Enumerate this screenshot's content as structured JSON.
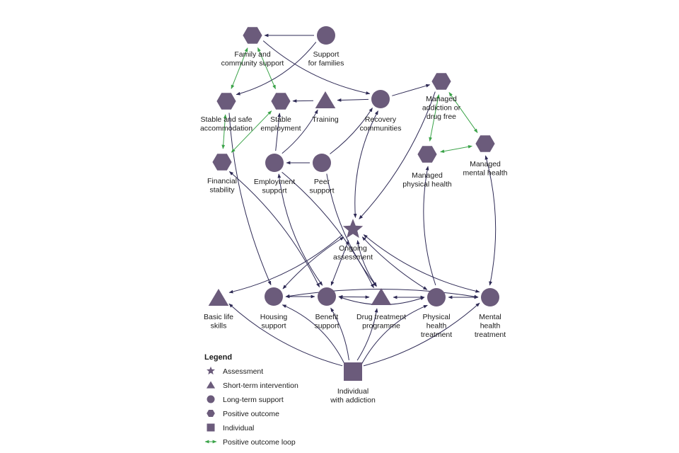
{
  "colors": {
    "node_fill": "#6b5b7b",
    "edge": "#2e2a55",
    "loop": "#3aa348",
    "text": "#1a1a1a",
    "background": "#ffffff"
  },
  "nodes": [
    {
      "id": "family",
      "shape": "hexagon",
      "lines": [
        "Family and",
        "community support"
      ]
    },
    {
      "id": "support_families",
      "shape": "circle",
      "lines": [
        "Support",
        "for families"
      ]
    },
    {
      "id": "stable_accom",
      "shape": "hexagon",
      "lines": [
        "Stable and safe",
        "accommodation"
      ]
    },
    {
      "id": "stable_employment",
      "shape": "hexagon",
      "lines": [
        "Stable",
        "employment"
      ]
    },
    {
      "id": "training",
      "shape": "triangle",
      "lines": [
        "Training"
      ]
    },
    {
      "id": "recovery",
      "shape": "circle",
      "lines": [
        "Recovery",
        "communities"
      ]
    },
    {
      "id": "managed_addiction",
      "shape": "hexagon",
      "lines": [
        "Managed",
        "addiction or",
        "drug free"
      ]
    },
    {
      "id": "financial",
      "shape": "hexagon",
      "lines": [
        "Financial",
        "stability"
      ]
    },
    {
      "id": "employment_support",
      "shape": "circle",
      "lines": [
        "Employment",
        "support"
      ]
    },
    {
      "id": "peer",
      "shape": "circle",
      "lines": [
        "Peer",
        "support"
      ]
    },
    {
      "id": "managed_physical",
      "shape": "hexagon",
      "lines": [
        "Managed",
        "physical health"
      ]
    },
    {
      "id": "managed_mental",
      "shape": "hexagon",
      "lines": [
        "Managed",
        "mental health"
      ]
    },
    {
      "id": "ongoing",
      "shape": "star",
      "lines": [
        "Ongoing",
        "assessment"
      ]
    },
    {
      "id": "basic",
      "shape": "triangle",
      "lines": [
        "Basic life",
        "skills"
      ]
    },
    {
      "id": "housing",
      "shape": "circle",
      "lines": [
        "Housing",
        "support"
      ]
    },
    {
      "id": "benefit",
      "shape": "circle",
      "lines": [
        "Benefit",
        "support"
      ]
    },
    {
      "id": "drug_treatment",
      "shape": "triangle",
      "lines": [
        "Drug treatment",
        "programme"
      ]
    },
    {
      "id": "physical_treatment",
      "shape": "circle",
      "lines": [
        "Physical",
        "health",
        "treatment"
      ]
    },
    {
      "id": "mental_treatment",
      "shape": "circle",
      "lines": [
        "Mental",
        "health",
        "treatment"
      ]
    },
    {
      "id": "individual",
      "shape": "square",
      "lines": [
        "Individual",
        "with addiction"
      ]
    }
  ],
  "edges": [
    {
      "from": "support_families",
      "to": "family"
    },
    {
      "from": "support_families",
      "to": "stable_accom"
    },
    {
      "from": "family",
      "to": "recovery"
    },
    {
      "from": "training",
      "to": "stable_employment"
    },
    {
      "from": "recovery",
      "to": "training"
    },
    {
      "from": "recovery",
      "to": "managed_addiction"
    },
    {
      "from": "employment_support",
      "to": "stable_employment"
    },
    {
      "from": "employment_support",
      "to": "training"
    },
    {
      "from": "peer",
      "to": "employment_support"
    },
    {
      "from": "peer",
      "to": "recovery"
    },
    {
      "from": "recovery",
      "to": "ongoing",
      "both": true
    },
    {
      "from": "managed_addiction",
      "to": "ongoing"
    },
    {
      "from": "stable_accom",
      "to": "housing"
    },
    {
      "from": "financial",
      "to": "benefit",
      "both": true
    },
    {
      "from": "employment_support",
      "to": "benefit",
      "both": true
    },
    {
      "from": "employment_support",
      "to": "drug_treatment"
    },
    {
      "from": "peer",
      "to": "drug_treatment"
    },
    {
      "from": "physical_treatment",
      "to": "managed_physical"
    },
    {
      "from": "mental_treatment",
      "to": "managed_mental",
      "both": true
    },
    {
      "from": "ongoing",
      "to": "basic"
    },
    {
      "from": "ongoing",
      "to": "housing",
      "both": true
    },
    {
      "from": "ongoing",
      "to": "benefit",
      "both": true
    },
    {
      "from": "ongoing",
      "to": "drug_treatment",
      "both": true
    },
    {
      "from": "ongoing",
      "to": "physical_treatment",
      "both": true
    },
    {
      "from": "ongoing",
      "to": "mental_treatment",
      "both": true
    },
    {
      "from": "housing",
      "to": "benefit",
      "both": true
    },
    {
      "from": "benefit",
      "to": "drug_treatment",
      "both": true
    },
    {
      "from": "drug_treatment",
      "to": "physical_treatment",
      "both": true
    },
    {
      "from": "physical_treatment",
      "to": "mental_treatment",
      "both": true
    },
    {
      "from": "individual",
      "to": "basic"
    },
    {
      "from": "individual",
      "to": "housing"
    },
    {
      "from": "individual",
      "to": "benefit"
    },
    {
      "from": "individual",
      "to": "drug_treatment"
    },
    {
      "from": "individual",
      "to": "physical_treatment"
    },
    {
      "from": "individual",
      "to": "mental_treatment"
    },
    {
      "from": "housing",
      "to": "mental_treatment",
      "both": true
    },
    {
      "from": "benefit",
      "to": "physical_treatment",
      "both": true
    }
  ],
  "loops": [
    {
      "from": "family",
      "to": "stable_accom"
    },
    {
      "from": "family",
      "to": "stable_employment"
    },
    {
      "from": "stable_accom",
      "to": "financial"
    },
    {
      "from": "stable_employment",
      "to": "financial"
    },
    {
      "from": "managed_addiction",
      "to": "managed_physical"
    },
    {
      "from": "managed_addiction",
      "to": "managed_mental"
    },
    {
      "from": "managed_physical",
      "to": "managed_mental"
    }
  ],
  "legend": {
    "title": "Legend",
    "items": [
      {
        "shape": "star",
        "label": "Assessment"
      },
      {
        "shape": "triangle",
        "label": "Short-term intervention"
      },
      {
        "shape": "circle",
        "label": "Long-term support"
      },
      {
        "shape": "hexagon",
        "label": "Positive outcome"
      },
      {
        "shape": "square",
        "label": "Individual"
      },
      {
        "shape": "green-arrow",
        "label": "Positive outcome loop"
      }
    ]
  }
}
